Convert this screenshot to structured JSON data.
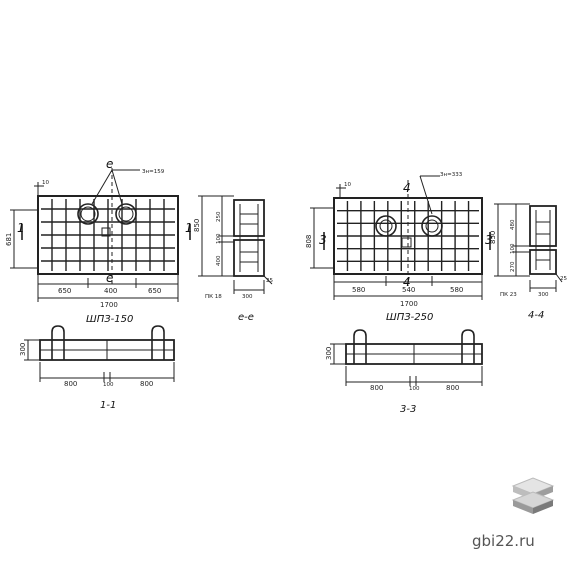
{
  "drawings": {
    "block1": {
      "title": "ШПЗ-150",
      "section_mark": "1",
      "cut_mark": "е",
      "pipe_note": "Зн=159",
      "height_label": "681",
      "dims_bottom": [
        "650",
        "400",
        "650"
      ],
      "dim_total": "1700",
      "top_marker": "10"
    },
    "block2": {
      "title": "ШПЗ-250",
      "section_mark": "3",
      "cut_mark": "4",
      "pipe_note": "Зн=333",
      "height_label": "808",
      "dims_bottom": [
        "580",
        "540",
        "580"
      ],
      "dim_total": "1700",
      "top_marker": "10"
    },
    "section_e": {
      "title": "е-е",
      "dims_side": [
        "250",
        "100",
        "400"
      ],
      "dim_total_side": "850",
      "dim_bottom": "300",
      "tag": "ПК 18",
      "small_dim": "25"
    },
    "section_44": {
      "title": "4-4",
      "dims_side": [
        "480",
        "100",
        "270"
      ],
      "dim_total_side": "850",
      "dim_bottom": "300",
      "tag": "ПК 23",
      "small_dim": "25"
    },
    "section_11": {
      "title": "1-1",
      "height": "300",
      "dims": [
        "800",
        "100",
        "800"
      ]
    },
    "section_33": {
      "title": "3-3",
      "height": "300",
      "dims": [
        "800",
        "100",
        "800"
      ]
    }
  },
  "watermark": {
    "text": "gbi22.ru",
    "logo_icon": "stacked-slabs-icon"
  }
}
